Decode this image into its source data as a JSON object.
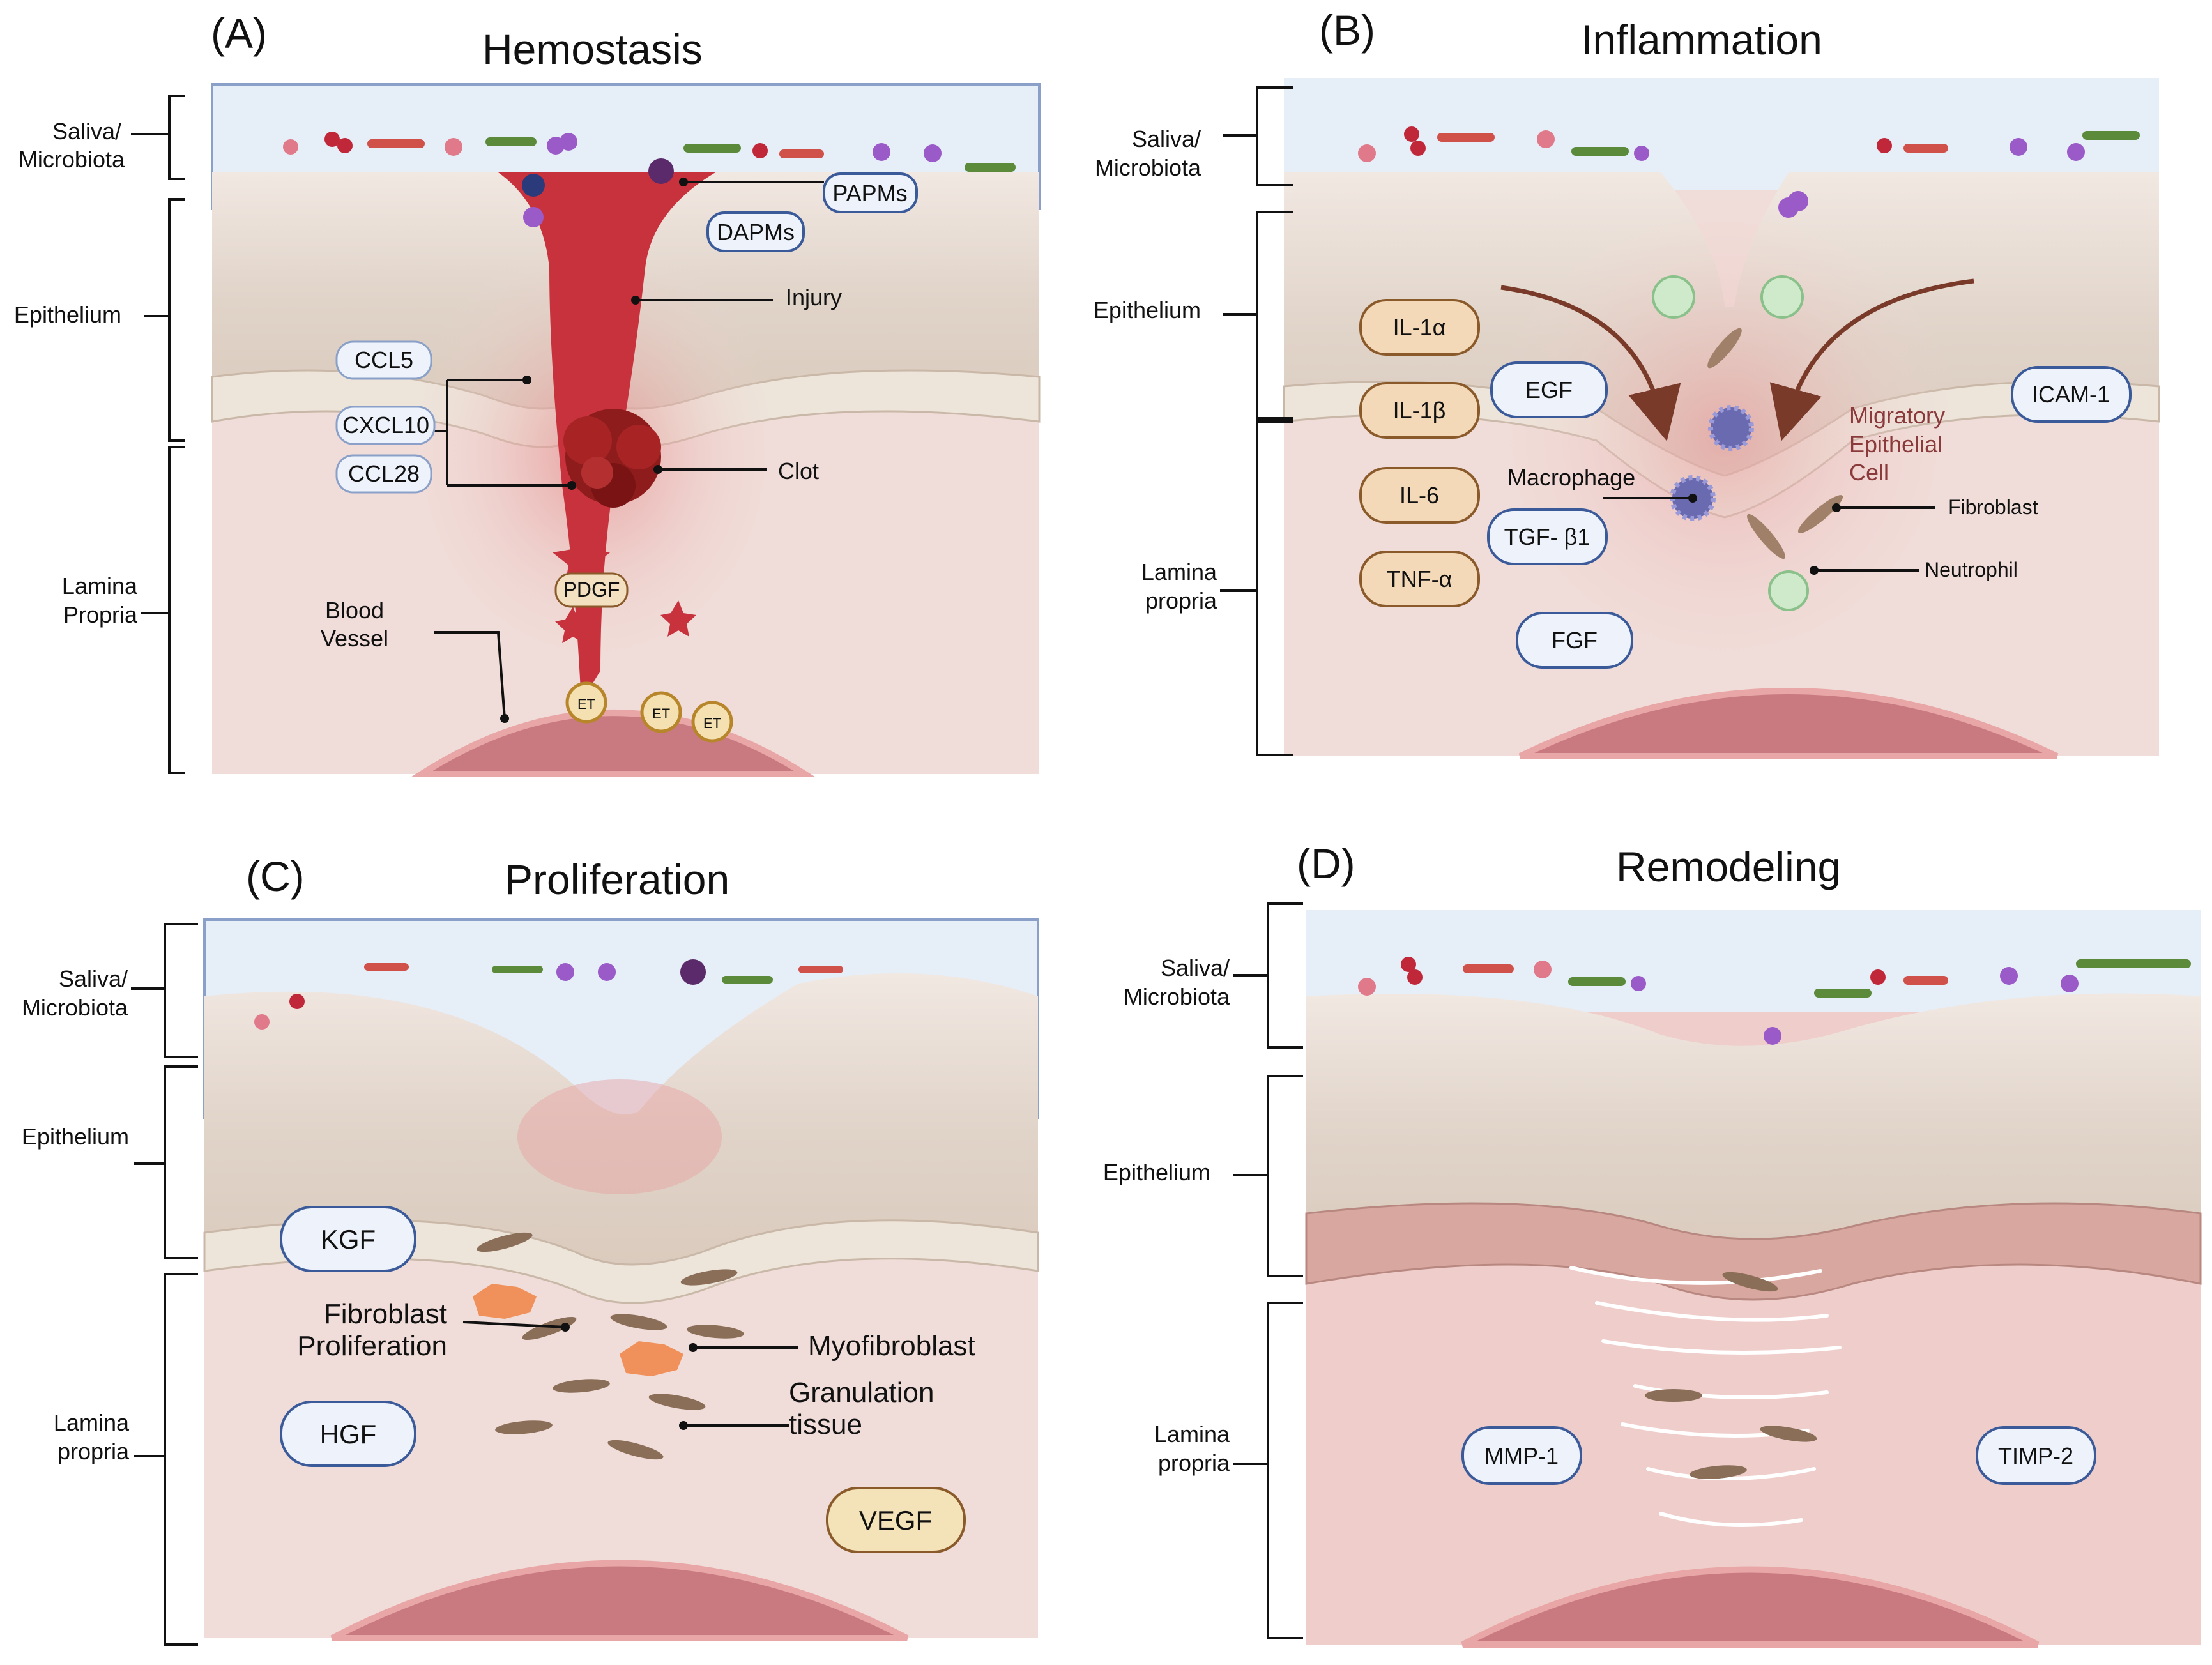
{
  "panels": {
    "A": {
      "letter": "(A)",
      "title": "Hemostasis",
      "layers": {
        "saliva_line1": "Saliva/",
        "saliva_line2": "Microbiota",
        "epithelium": "Epithelium",
        "lamina_line1": "Lamina",
        "lamina_line2": "Propria"
      },
      "pills": {
        "papms": "PAPMs",
        "dapms": "DAPMs",
        "ccl5": "CCL5",
        "cxcl10": "CXCL10",
        "ccl28": "CCL28",
        "pdgf": "PDGF"
      },
      "callouts": {
        "injury": "Injury",
        "clot": "Clot",
        "blood_vessel_line1": "Blood",
        "blood_vessel_line2": "Vessel"
      },
      "et_label": "ET"
    },
    "B": {
      "letter": "(B)",
      "title": "Inflammation",
      "layers": {
        "saliva_line1": "Saliva/",
        "saliva_line2": "Microbiota",
        "epithelium": "Epithelium",
        "lamina_line1": "Lamina",
        "lamina_line2": "propria"
      },
      "pills": {
        "il1a": "IL-1α",
        "il1b": "IL-1β",
        "il6": "IL-6",
        "tnfa": "TNF-α",
        "egf": "EGF",
        "tgfb1": "TGF- β1",
        "fgf": "FGF",
        "icam1": "ICAM-1"
      },
      "callouts": {
        "macrophage": "Macrophage",
        "migratory_line1": "Migratory",
        "migratory_line2": "Epithelial",
        "migratory_line3": "Cell",
        "fibroblast": "Fibroblast",
        "neutrophil": "Neutrophil"
      }
    },
    "C": {
      "letter": "(C)",
      "title": "Proliferation",
      "layers": {
        "saliva_line1": "Saliva/",
        "saliva_line2": "Microbiota",
        "epithelium": "Epithelium",
        "lamina_line1": "Lamina",
        "lamina_line2": "propria"
      },
      "pills": {
        "kgf": "KGF",
        "hgf": "HGF",
        "vegf": "VEGF"
      },
      "callouts": {
        "fibro_line1": "Fibroblast",
        "fibro_line2": "Proliferation",
        "myofibroblast": "Myofibroblast",
        "granulation_line1": "Granulation",
        "granulation_line2": "tissue"
      }
    },
    "D": {
      "letter": "(D)",
      "title": "Remodeling",
      "layers": {
        "saliva_line1": "Saliva/",
        "saliva_line2": "Microbiota",
        "epithelium": "Epithelium",
        "lamina_line1": "Lamina",
        "lamina_line2": "propria"
      },
      "pills": {
        "mmp1": "MMP-1",
        "timp2": "TIMP-2"
      }
    }
  },
  "colors": {
    "saliva": "#e6eef8",
    "epithelium": "#e2d6cc",
    "basal_cells": "#ede4da",
    "lamina": "#f0dcd8",
    "lamina_d": "#efcdca",
    "wound_red": "#c8323c",
    "vessel": "#c97a80",
    "pill_blue_fill": "#eef3fb",
    "pill_blue_stroke": "#3a5a9a",
    "pill_tan_fill": "#f3d9b8",
    "pill_tan_stroke": "#8a5a2a",
    "arrow_brown": "#7a3a2a",
    "migratory_text": "#8a3a3a"
  }
}
